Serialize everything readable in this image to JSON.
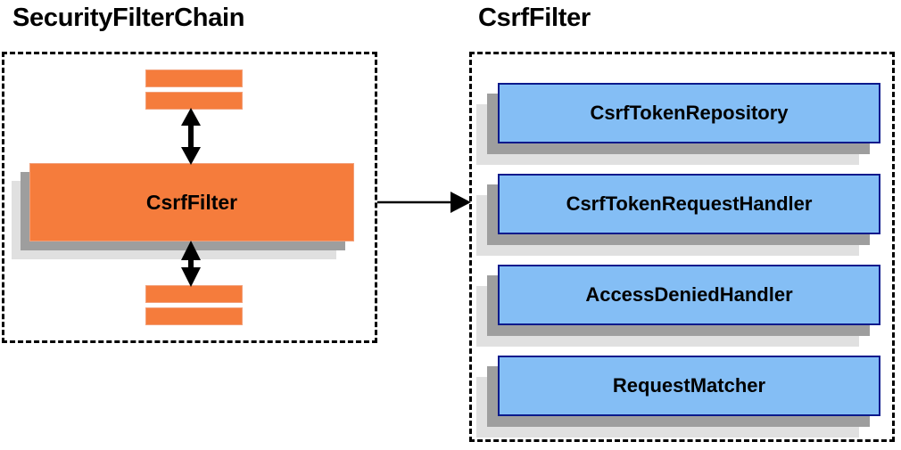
{
  "diagram": {
    "type": "component-diagram",
    "title": "Spring Security CsrfFilter collaboration diagram",
    "colors": {
      "orange_fill": "#f57c3c",
      "orange_border": "#f2a07a",
      "blue_fill": "#84bef5",
      "blue_border": "#0a1a8c",
      "shadow_mid": "#9e9e9e",
      "shadow_far": "#e0e0e0",
      "outline": "#000000",
      "background": "#ffffff"
    }
  },
  "left_panel": {
    "title": "SecurityFilterChain",
    "container_style": "dashed",
    "filters_above": [
      {
        "label": ""
      },
      {
        "label": ""
      }
    ],
    "highlighted_filter": {
      "label": "CsrfFilter"
    },
    "filters_below": [
      {
        "label": ""
      },
      {
        "label": ""
      }
    ]
  },
  "right_panel": {
    "title": "CsrfFilter",
    "container_style": "dashed",
    "collaborators": [
      {
        "label": "CsrfTokenRepository"
      },
      {
        "label": "CsrfTokenRequestHandler"
      },
      {
        "label": "AccessDeniedHandler"
      },
      {
        "label": "RequestMatcher"
      }
    ]
  },
  "connectors": [
    {
      "name": "filter-chain-upper-link",
      "kind": "double-headed-arrow",
      "orientation": "vertical",
      "label": ""
    },
    {
      "name": "filter-chain-lower-link",
      "kind": "double-headed-arrow",
      "orientation": "vertical",
      "label": ""
    },
    {
      "name": "csrf-filter-expansion-link",
      "kind": "single-headed-arrow",
      "orientation": "horizontal",
      "label": ""
    }
  ]
}
